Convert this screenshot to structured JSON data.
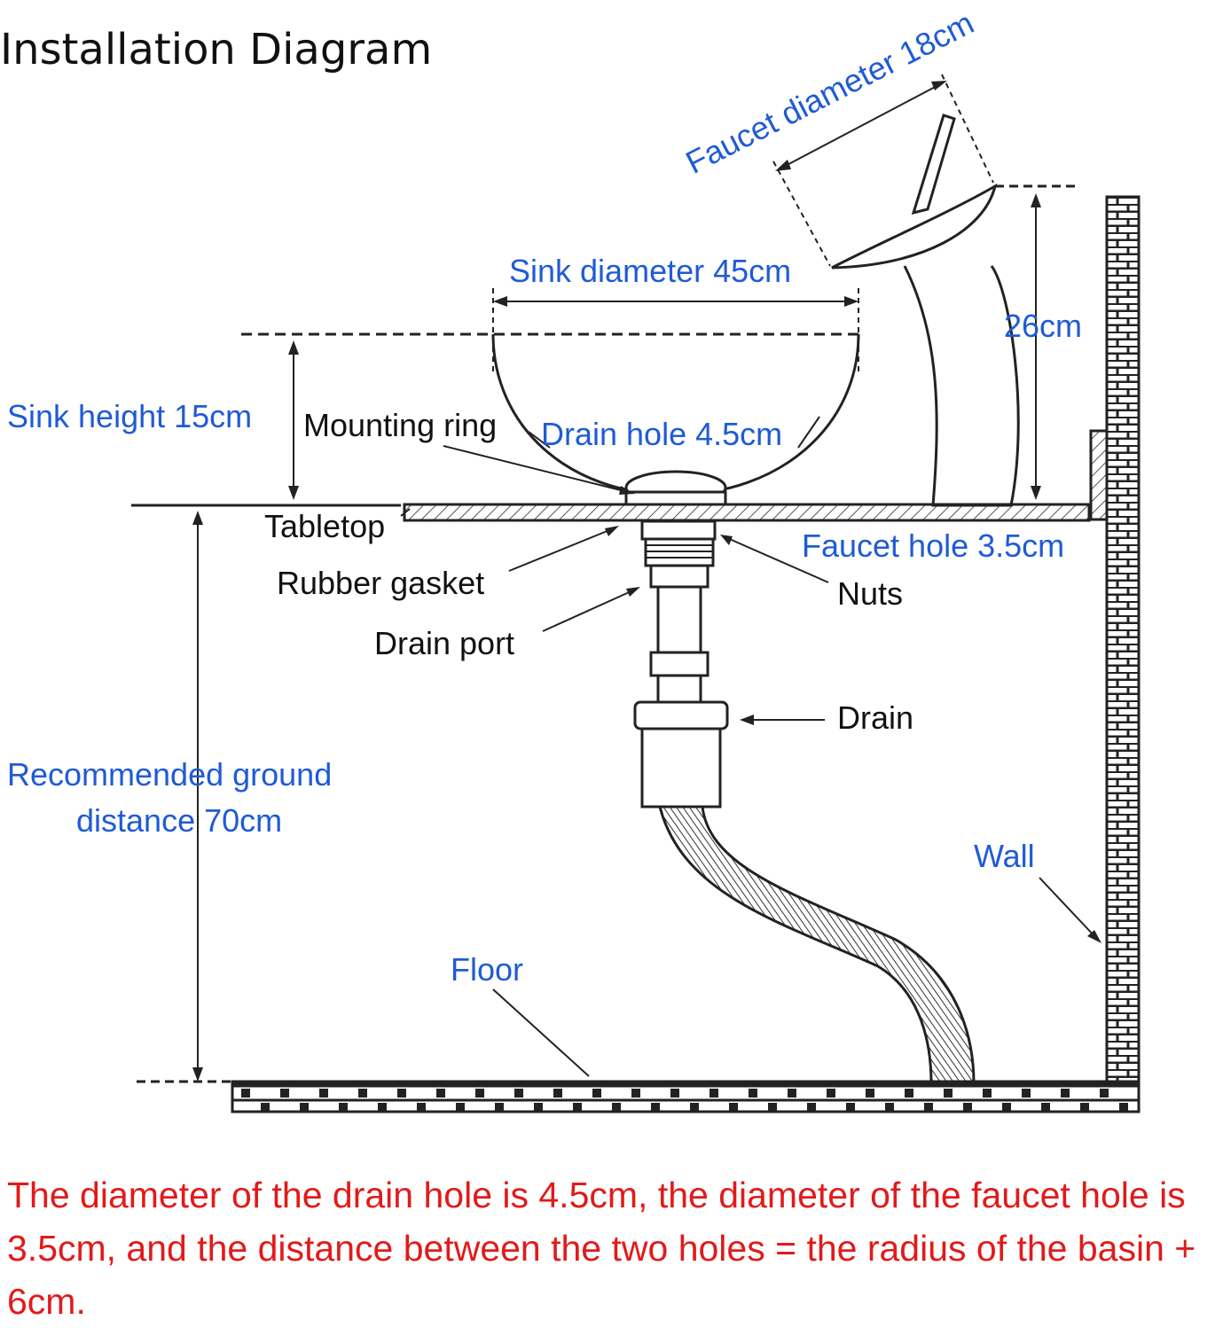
{
  "title": "Installation Diagram",
  "colors": {
    "dimension_text": "#1f5bd6",
    "note_text": "#e21a1a",
    "line": "#222222"
  },
  "labels": {
    "faucet_diameter": "Faucet diameter 18cm",
    "sink_diameter": "Sink diameter 45cm",
    "faucet_height": "26cm",
    "sink_height": "Sink height 15cm",
    "mounting_ring": "Mounting ring",
    "drain_hole": "Drain hole 4.5cm",
    "tabletop": "Tabletop",
    "faucet_hole": "Faucet hole 3.5cm",
    "rubber_gasket": "Rubber gasket",
    "nuts": "Nuts",
    "drain_port": "Drain port",
    "drain": "Drain",
    "ground_distance_line1": "Recommended ground",
    "ground_distance_line2": "distance 70cm",
    "wall": "Wall",
    "floor": "Floor"
  },
  "note": "The diameter of the drain hole is 4.5cm, the diameter of the faucet hole is 3.5cm, and the distance between the two holes = the radius of the basin + 6cm."
}
